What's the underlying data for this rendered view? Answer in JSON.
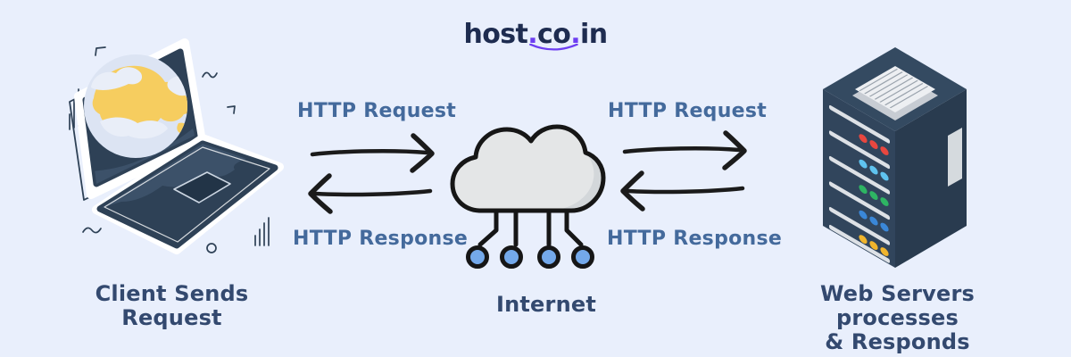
{
  "logo": {
    "part1": "host",
    "dot1": ".",
    "part2": "co",
    "dot2": ".",
    "part3": "in"
  },
  "flows": {
    "left": {
      "request": "HTTP Request",
      "response": "HTTP Response"
    },
    "right": {
      "request": "HTTP Request",
      "response": "HTTP Response"
    }
  },
  "captions": {
    "client_line1": "Client Sends",
    "client_line2": "Request",
    "internet": "Internet",
    "server_line1": "Web Servers processes",
    "server_line2": "& Responds"
  },
  "colors": {
    "background": "#e9effc",
    "logo_navy": "#1e2c50",
    "logo_purple": "#6d3ef2",
    "caption_navy": "#33496f",
    "http_label_blue": "#446a9c",
    "arrow_black": "#1b1b1b",
    "outline_black": "#161616",
    "cloud_fill": "#e4e6e7",
    "cloud_shade": "#d3d7da",
    "node_blue": "#74a9ea",
    "laptop_navy": "#2e4156",
    "laptop_light": "#3c5169",
    "laptop_pad": "#223447",
    "globe_sea": "#dce4f3",
    "globe_land": "#f6cd5f",
    "globe_cloud": "#e9eef8",
    "server_top": "#344a61",
    "server_front": "#31455c",
    "server_side": "#293b4f",
    "server_stripe": "#dde1e6",
    "grille": "#edeff2",
    "grille_shadow": "#c7ccd3",
    "dot_red": "#e8473f",
    "dot_skyblue": "#5fc3ef",
    "dot_green": "#2eb563",
    "dot_blue": "#3a87d8",
    "dot_yellow": "#f1b52c"
  }
}
